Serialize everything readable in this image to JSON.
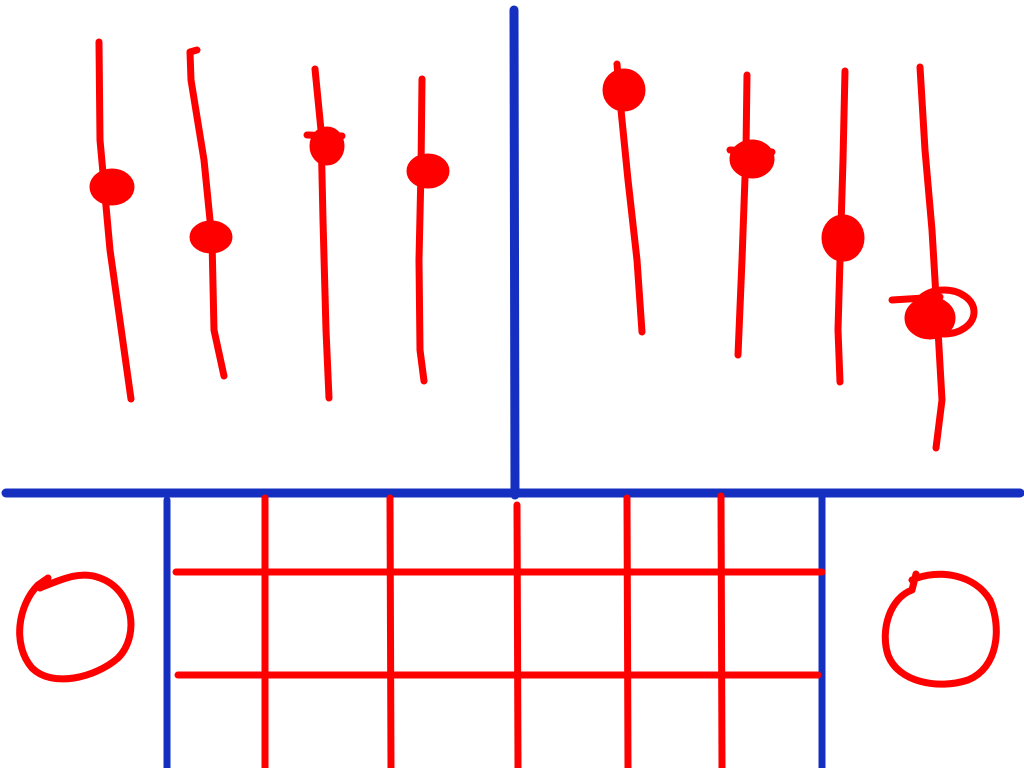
{
  "diagram": {
    "colors": {
      "background": "#ffffff",
      "divider": "#1530c0",
      "sketch": "#ff0000"
    },
    "left_faders": {
      "count": 4,
      "levels": [
        0.42,
        0.57,
        0.28,
        0.38
      ]
    },
    "right_faders": {
      "count": 4,
      "levels": [
        0.13,
        0.32,
        0.45,
        0.63
      ]
    },
    "pad_grid": {
      "rows": 3,
      "columns": 6
    },
    "side_knobs": {
      "count": 2,
      "shape": "circle"
    }
  }
}
